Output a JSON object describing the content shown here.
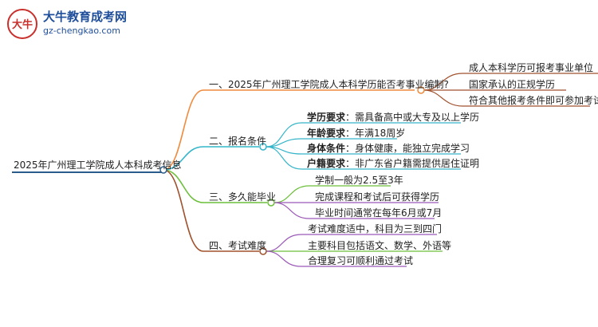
{
  "logo": {
    "name": "大牛教育成考网",
    "url": "gz-chengkao.com",
    "emblem_text": "大牛"
  },
  "root": "2025年广州理工学院成人本科成考信息",
  "branches": [
    {
      "title": "一、2025年广州理工学院成人本科学历能否考事业编制?",
      "color": "#f08a3c",
      "items": [
        "成人本科学历可报考事业单位",
        "国家承认的正规学历",
        "符合其他报考条件即可参加考试"
      ]
    },
    {
      "title": "二、报名条件",
      "color": "#35b5c9",
      "items": [
        {
          "label": "学历要求",
          "text": "需具备高中或大专及以上学历"
        },
        {
          "label": "年龄要求",
          "text": "年满18周岁"
        },
        {
          "label": "身体条件",
          "text": "身体健康，能独立完成学习"
        },
        {
          "label": "户籍要求",
          "text": "非广东省户籍需提供居住证明"
        }
      ]
    },
    {
      "title": "三、多久能毕业",
      "color": "#6cbf3a",
      "items": [
        "学制一般为2.5至3年",
        "完成课程和考试后可获得学历",
        "毕业时间通常在每年6月或7月"
      ]
    },
    {
      "title": "四、考试难度",
      "color": "#a0522d",
      "items": [
        "考试难度适中，科目为三到四门",
        "主要科目包括语文、数学、外语等",
        "合理复习可顺利通过考试"
      ]
    }
  ]
}
